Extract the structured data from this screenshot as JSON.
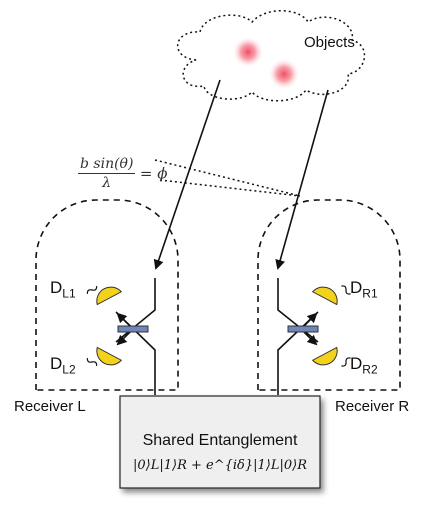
{
  "objects": {
    "label": "Objects"
  },
  "equation": {
    "numerator": "b sin(θ)",
    "denominator": "λ",
    "rhs": "= ϕ"
  },
  "detectors": {
    "l1": {
      "base": "D",
      "sub": "L1"
    },
    "l2": {
      "base": "D",
      "sub": "L2"
    },
    "r1": {
      "base": "D",
      "sub": "R1"
    },
    "r2": {
      "base": "D",
      "sub": "R2"
    }
  },
  "receivers": {
    "left": "Receiver L",
    "right": "Receiver R"
  },
  "entanglement": {
    "title": "Shared Entanglement",
    "state": "|0⟩L|1⟩R + e^{iδ}|1⟩L|0⟩R"
  },
  "colors": {
    "detector_yellow": "#f2d21b",
    "splitter_blue": "#6f86b8",
    "glow_red": "#f0455a",
    "box_fill": "#efefef"
  }
}
